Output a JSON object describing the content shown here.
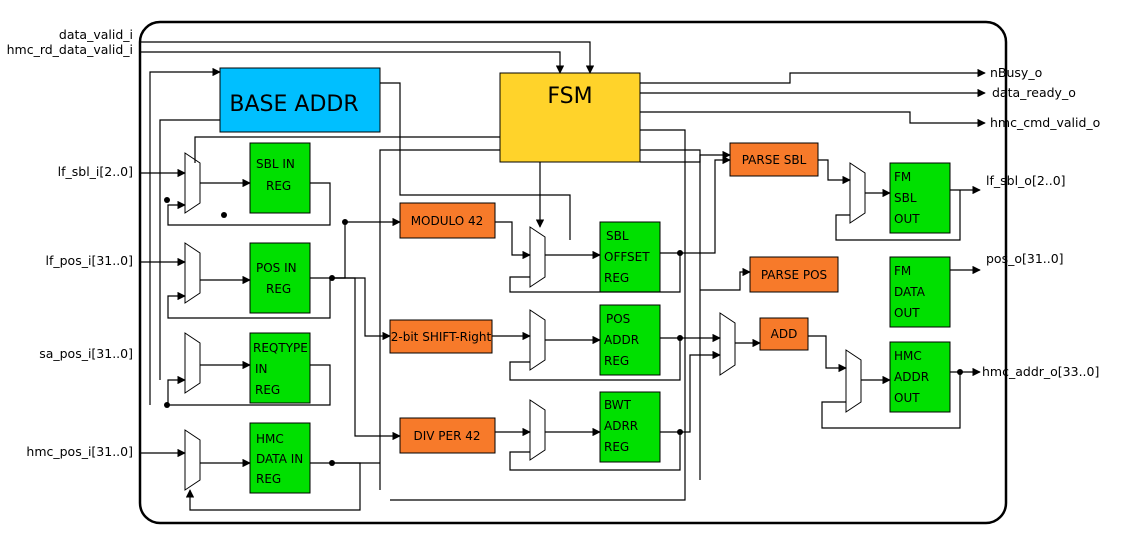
{
  "colors": {
    "base_addr": "#00BFFF",
    "fsm": "#FFD32A",
    "register": "#00E000",
    "operator": "#F77A2A",
    "boundary": "#000000"
  },
  "inputs": {
    "data_valid": "data_valid_i",
    "hmc_rd_data_valid": "hmc_rd_data_valid_i",
    "lf_sbl": "lf_sbl_i[2..0]",
    "lf_pos": "lf_pos_i[31..0]",
    "sa_pos": "sa_pos_i[31..0]",
    "hmc_pos": "hmc_pos_i[31..0]"
  },
  "outputs": {
    "nbusy": "nBusy_o",
    "data_ready": "data_ready_o",
    "hmc_cmd_valid": "hmc_cmd_valid_o",
    "lf_sbl": "lf_sbl_o[2..0]",
    "pos": "pos_o[31..0]",
    "hmc_addr": "hmc_addr_o[33..0]"
  },
  "blocks": {
    "base_addr": "BASE ADDR",
    "fsm": "FSM",
    "sbl_in_reg": [
      "SBL IN",
      "REG"
    ],
    "pos_in_reg": [
      "POS IN",
      "REG"
    ],
    "reqtype_in_reg": [
      "REQTYPE",
      "IN",
      "REG"
    ],
    "hmc_data_in_reg": [
      "HMC",
      "DATA IN",
      "REG"
    ],
    "modulo_42": "MODULO 42",
    "shift_right": "2-bit SHIFT-Right",
    "div_per_42": "DIV PER 42",
    "sbl_offset_reg": [
      "SBL",
      "OFFSET",
      "REG"
    ],
    "pos_addr_reg": [
      "POS",
      "ADDR",
      "REG"
    ],
    "bwt_adrr_reg": [
      "BWT",
      "ADRR",
      "REG"
    ],
    "parse_sbl": "PARSE SBL",
    "parse_pos": "PARSE POS",
    "add": "ADD",
    "fm_sbl_out": [
      "FM",
      "SBL",
      "OUT"
    ],
    "fm_data_out": [
      "FM",
      "DATA",
      "OUT"
    ],
    "hmc_addr_out": [
      "HMC",
      "ADDR",
      "OUT"
    ]
  }
}
